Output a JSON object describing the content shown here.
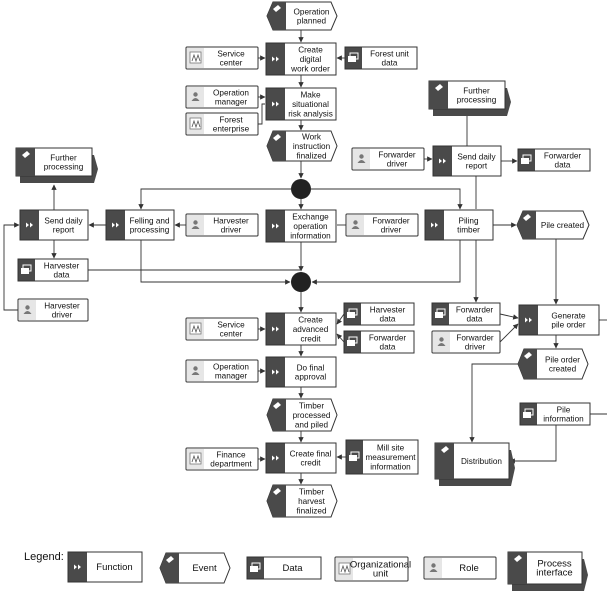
{
  "nodes": {
    "operation_planned": {
      "type": "event",
      "lines": [
        "Operation",
        "planned"
      ]
    },
    "create_work_order": {
      "type": "function",
      "lines": [
        "Create",
        "digital",
        "work order"
      ]
    },
    "service_center_1": {
      "type": "org",
      "lines": [
        "Service",
        "center"
      ]
    },
    "forest_unit_data": {
      "type": "data",
      "lines": [
        "Forest unit",
        "data"
      ]
    },
    "operation_manager_1": {
      "type": "role",
      "lines": [
        "Operation",
        "manager"
      ]
    },
    "forest_enterprise": {
      "type": "org",
      "lines": [
        "Forest",
        "enterprise"
      ]
    },
    "make_risk_analysis": {
      "type": "function",
      "lines": [
        "Make",
        "situational",
        "risk analysis"
      ]
    },
    "work_instruction": {
      "type": "event",
      "lines": [
        "Work",
        "instruction",
        "finalized"
      ]
    },
    "further_processing_left": {
      "type": "process",
      "lines": [
        "Further",
        "processing"
      ]
    },
    "further_processing_right": {
      "type": "process",
      "lines": [
        "Further",
        "processing"
      ]
    },
    "forwarder_driver_top": {
      "type": "role",
      "lines": [
        "Forwarder",
        "driver"
      ]
    },
    "send_report_right": {
      "type": "function",
      "lines": [
        "Send daily",
        "report"
      ]
    },
    "forwarder_data_top": {
      "type": "data",
      "lines": [
        "Forwarder",
        "data"
      ]
    },
    "send_report_left": {
      "type": "function",
      "lines": [
        "Send daily",
        "report"
      ]
    },
    "felling": {
      "type": "function",
      "lines": [
        "Felling and",
        "processing"
      ]
    },
    "harvester_driver_1": {
      "type": "role",
      "lines": [
        "Harvester",
        "driver"
      ]
    },
    "exchange_info": {
      "type": "function",
      "lines": [
        "Exchange",
        "operation",
        "information"
      ]
    },
    "forwarder_driver_mid": {
      "type": "role",
      "lines": [
        "Forwarder",
        "driver"
      ]
    },
    "piling_timber": {
      "type": "function",
      "lines": [
        "Piling",
        "timber"
      ]
    },
    "pile_created": {
      "type": "event",
      "lines": [
        "Pile created"
      ]
    },
    "harvester_data_left": {
      "type": "data",
      "lines": [
        "Harvester",
        "data"
      ]
    },
    "harvester_driver_2": {
      "type": "role",
      "lines": [
        "Harvester",
        "driver"
      ]
    },
    "harvester_data_center": {
      "type": "data",
      "lines": [
        "Harvester",
        "data"
      ]
    },
    "forwarder_data_center": {
      "type": "data",
      "lines": [
        "Forwarder",
        "data"
      ]
    },
    "service_center_2": {
      "type": "org",
      "lines": [
        "Service",
        "center"
      ]
    },
    "create_advanced_credit": {
      "type": "function",
      "lines": [
        "Create",
        "advanced",
        "credit"
      ]
    },
    "forwarder_data_right": {
      "type": "data",
      "lines": [
        "Forwarder",
        "data"
      ]
    },
    "forwarder_driver_right": {
      "type": "role",
      "lines": [
        "Forwarder",
        "driver"
      ]
    },
    "generate_pile_order": {
      "type": "function",
      "lines": [
        "Generate",
        "pile order"
      ]
    },
    "pile_order_created": {
      "type": "event",
      "lines": [
        "Pile order",
        "created"
      ]
    },
    "operation_manager_2": {
      "type": "role",
      "lines": [
        "Operation",
        "manager"
      ]
    },
    "do_final_approval": {
      "type": "function",
      "lines": [
        "Do final",
        "approval"
      ]
    },
    "timber_processed": {
      "type": "event",
      "lines": [
        "Timber",
        "processed",
        "and piled"
      ]
    },
    "pile_information": {
      "type": "data",
      "lines": [
        "Pile",
        "information"
      ]
    },
    "finance_department": {
      "type": "org",
      "lines": [
        "Finance",
        "department"
      ]
    },
    "create_final_credit": {
      "type": "function",
      "lines": [
        "Create final",
        "credit"
      ]
    },
    "mill_site_info": {
      "type": "data",
      "lines": [
        "Mill site",
        "measurement",
        "information"
      ]
    },
    "distribution": {
      "type": "process",
      "lines": [
        "Distribution"
      ]
    },
    "timber_harvest_finalized": {
      "type": "event",
      "lines": [
        "Timber",
        "harvest",
        "finalized"
      ]
    }
  },
  "legend": {
    "title": "Legend:",
    "function": "Function",
    "event": "Event",
    "data": "Data",
    "org": [
      "Organizational",
      "unit"
    ],
    "role": "Role",
    "process": [
      "Process",
      "interface"
    ]
  },
  "colors": {
    "dark": "#4a4a4a",
    "light": "#e6e6e6",
    "line": "#333333",
    "gray_icon": "#b8b8b8"
  }
}
